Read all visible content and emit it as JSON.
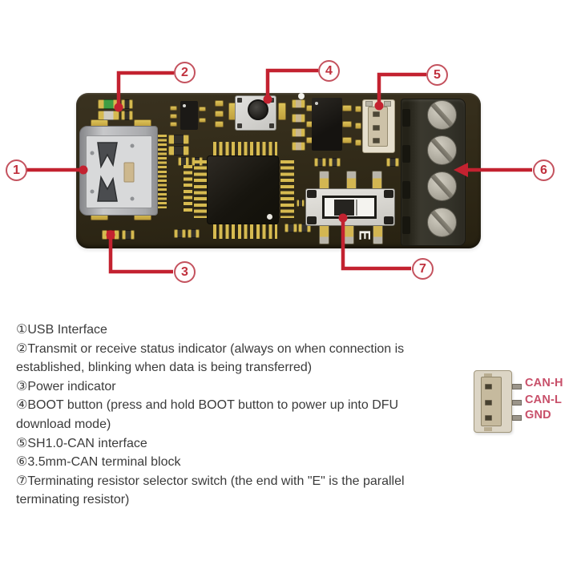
{
  "callouts": {
    "numbers": [
      "1",
      "2",
      "3",
      "4",
      "5",
      "6",
      "7"
    ]
  },
  "legend": {
    "items": [
      "①USB Interface",
      "②Transmit or receive status indicator (always on when connection is\nestablished, blinking when data is being transferred)",
      "③Power indicator",
      "④BOOT button (press and hold BOOT button to power up into DFU\ndownload mode)",
      "⑤SH1.0-CAN interface",
      "⑥3.5mm-CAN terminal block",
      "⑦Terminating resistor selector switch (the end with \"E\" is the parallel\nterminating resistor)"
    ]
  },
  "pinout": {
    "labels": [
      "CAN-H",
      "CAN-L",
      "GND"
    ]
  },
  "board": {
    "e_marking": "E"
  },
  "colors": {
    "callout_red": "#c32230",
    "pin_label_pink": "#c8506a",
    "legend_text": "#3b3b3b",
    "pcb_olive": "#322b19",
    "pad_gold": "#d5b94f"
  }
}
